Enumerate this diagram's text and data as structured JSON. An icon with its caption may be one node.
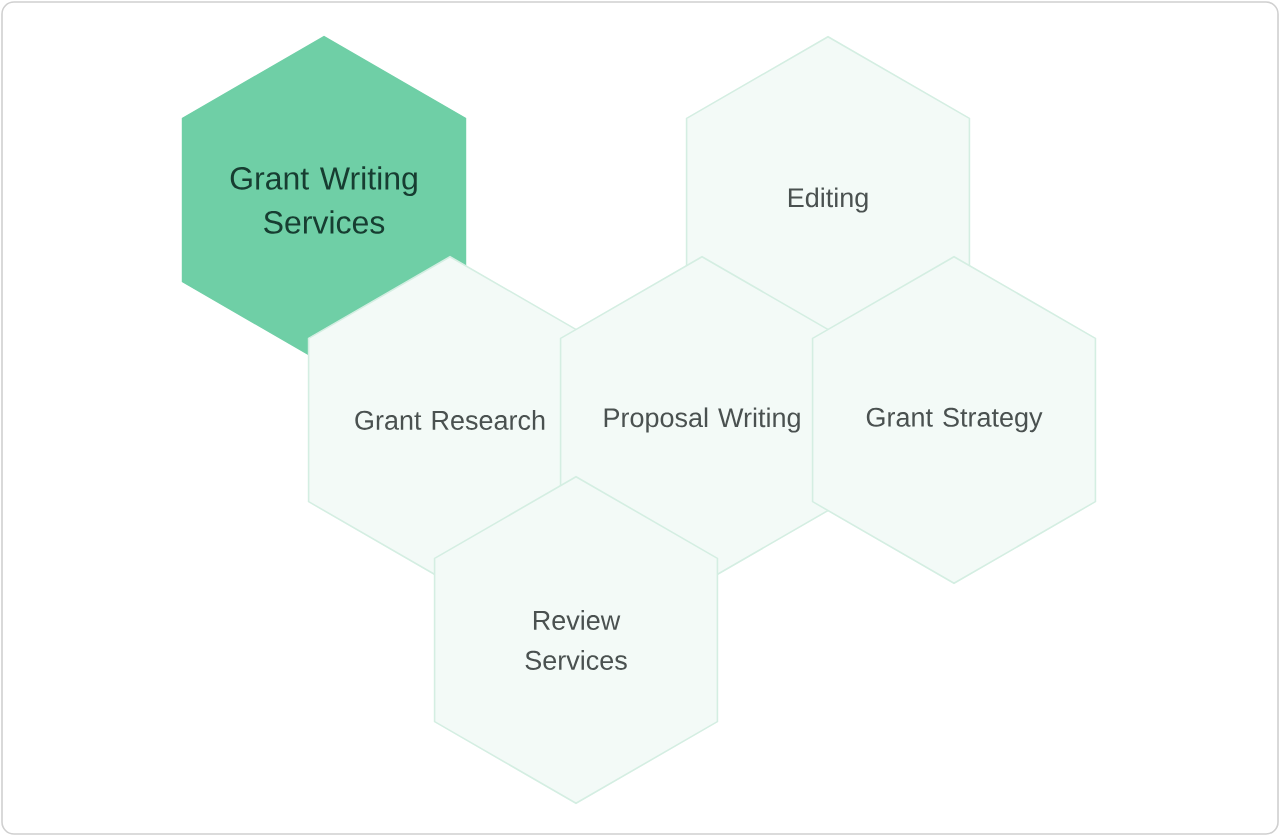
{
  "diagram": {
    "nodes": [
      {
        "text": [
          "Grant Writing Services"
        ]
      },
      {
        "text": [
          "Editing"
        ]
      },
      {
        "text": [
          "Grant Research"
        ]
      },
      {
        "text": [
          "Proposal Writing"
        ]
      },
      {
        "text": [
          "Grant Strategy"
        ]
      },
      {
        "text": [
          "Review Services"
        ]
      }
    ]
  }
}
